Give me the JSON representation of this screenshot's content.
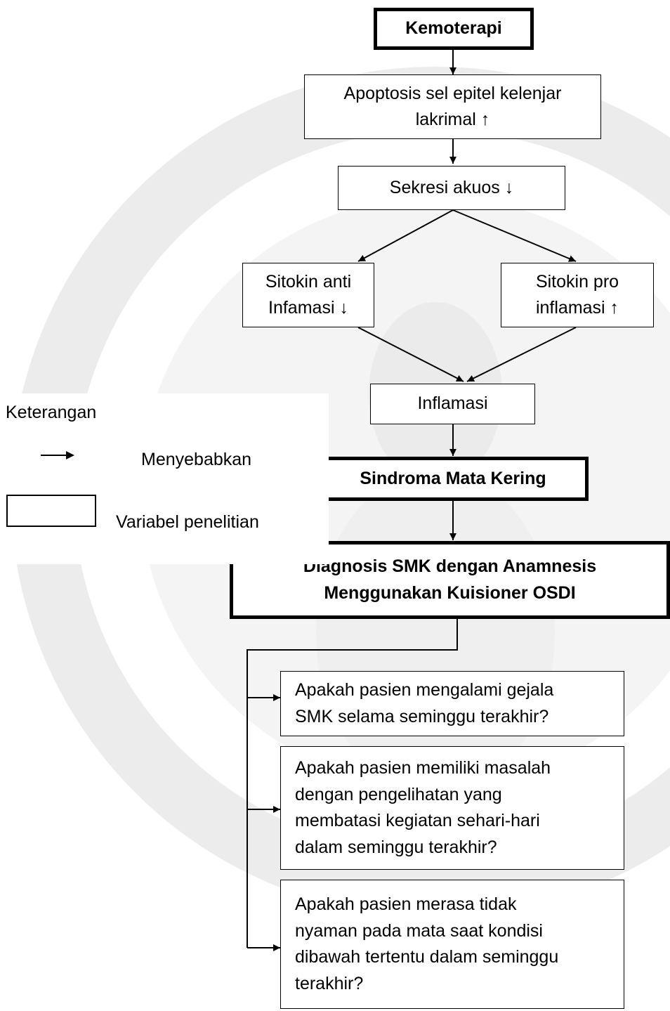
{
  "nodes": {
    "kemoterapi": "Kemoterapi",
    "apoptosis": "Apoptosis sel epitel kelenjar\nlakrimal ↑",
    "sekresi": "Sekresi akuos ↓",
    "sitokin_anti": "Sitokin anti\nInfamasi ↓",
    "sitokin_pro": "Sitokin pro\ninflamasi ↑",
    "inflamasi": "Inflamasi",
    "smk": "Sindroma Mata Kering",
    "diagnosis": "Diagnosis SMK dengan Anamnesis\nMenggunakan Kuisioner OSDI",
    "q1": "Apakah pasien mengalami gejala\nSMK selama seminggu terakhir?",
    "q2": "Apakah pasien memiliki masalah\ndengan pengelihatan yang\nmembatasi kegiatan sehari-hari\ndalam seminggu terakhir?",
    "q3": "Apakah pasien merasa tidak\nnyaman pada mata saat kondisi\ndibawah tertentu dalam seminggu\nterakhir?"
  },
  "legend": {
    "title": "Keterangan",
    "arrow_label": "Menyebabkan",
    "box_label": "Variabel penelitian"
  },
  "colors": {
    "line": "#000000",
    "watermark": "#e6e6e6"
  }
}
